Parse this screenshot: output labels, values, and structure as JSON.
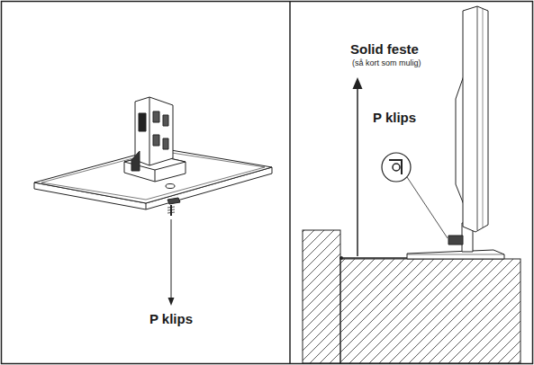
{
  "diagram": {
    "labels": [
      "P klips",
      "Solid feste",
      "(så kort som mulig)",
      "P klips"
    ]
  }
}
